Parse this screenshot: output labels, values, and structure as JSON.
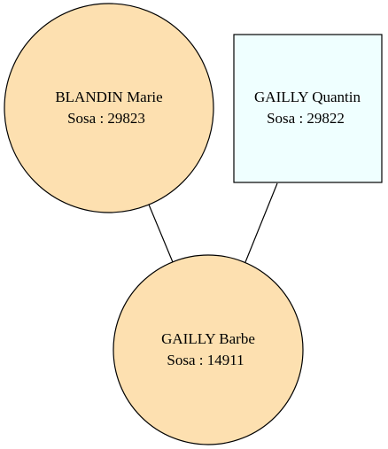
{
  "colors": {
    "female_fill": "#fde0b0",
    "male_fill": "#efffff",
    "stroke": "#000000",
    "background": "#ffffff"
  },
  "nodes": {
    "mother": {
      "name": "BLANDIN Marie",
      "sosa": "Sosa : 29823",
      "shape": "circle"
    },
    "father": {
      "name": "GAILLY Quantin",
      "sosa": "Sosa : 29822",
      "shape": "square"
    },
    "child": {
      "name": "GAILLY Barbe",
      "sosa": "Sosa : 14911",
      "shape": "circle"
    }
  },
  "edges": [
    {
      "from": "mother",
      "to": "child"
    },
    {
      "from": "father",
      "to": "child"
    }
  ]
}
